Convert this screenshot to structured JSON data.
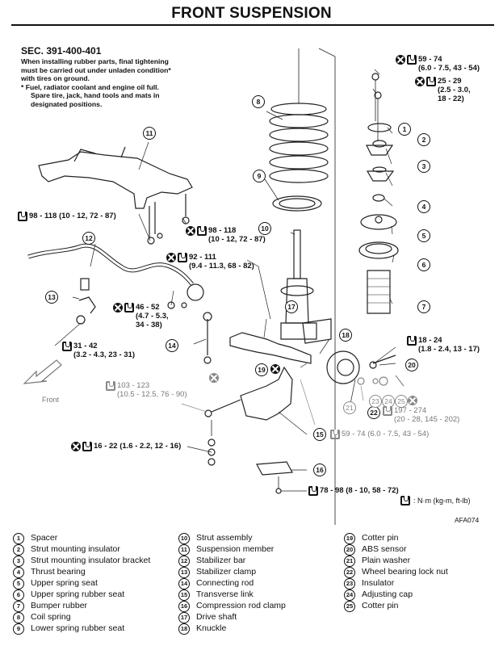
{
  "header": {
    "title": "FRONT SUSPENSION"
  },
  "section": {
    "code": "SEC. 391-400-401",
    "note_lines": [
      "When installing rubber parts, final tightening",
      "must be carried out under unladen condition*",
      "with tires on ground."
    ],
    "footnote_lines": [
      "*  Fuel, radiator coolant and engine oil full.",
      "Spare tire, jack, hand tools and mats in",
      "designated positions."
    ]
  },
  "torque_specs": [
    {
      "id": "spec-strut-top-nut",
      "replace": true,
      "lines": [
        "59 - 74",
        "(6.0 - 7.5, 43 - 54)"
      ]
    },
    {
      "id": "spec-strut-mount-nut",
      "replace": true,
      "lines": [
        "25 - 29",
        "(2.5 - 3.0,",
        "18 - 22)"
      ]
    },
    {
      "id": "spec-member-bolt",
      "replace": false,
      "lines": [
        "98 - 118 (10 - 12, 72 - 87)"
      ]
    },
    {
      "id": "spec-member-nut",
      "replace": true,
      "lines": [
        "98 - 118",
        "(10 - 12, 72 - 87)"
      ]
    },
    {
      "id": "spec-strut-lower",
      "replace": true,
      "lines": [
        "92 - 111",
        "(9.4 - 11.3, 68 - 82)"
      ]
    },
    {
      "id": "spec-connecting-rod",
      "replace": true,
      "lines": [
        "46 - 52",
        "(4.7 - 5.3,",
        "34 - 38)"
      ]
    },
    {
      "id": "spec-stabilizer-clamp",
      "replace": false,
      "lines": [
        "31 - 42",
        "(3.2 - 4.3, 23 - 31)"
      ]
    },
    {
      "id": "spec-abs-sensor",
      "replace": false,
      "lines": [
        "18 - 24",
        "(1.8 - 2.4, 13 - 17)"
      ]
    },
    {
      "id": "spec-transverse-link-bolt",
      "replace": false,
      "lines": [
        "103 - 123",
        "(10.5 - 12.5, 76 - 90)"
      ]
    },
    {
      "id": "spec-wheel-bearing-nut",
      "replace": false,
      "lines": [
        "197 - 274",
        "(20 - 28, 145 - 202)"
      ]
    },
    {
      "id": "spec-ball-joint",
      "replace": false,
      "lines": [
        "59 - 74 (6.0 - 7.5, 43 - 54)"
      ]
    },
    {
      "id": "spec-compression-rod-nut",
      "replace": true,
      "lines": [
        "16 - 22 (1.6 - 2.2, 12 - 16)"
      ]
    },
    {
      "id": "spec-clamp-bolt",
      "replace": false,
      "lines": [
        "78 - 98 (8 - 10, 58 - 72)"
      ]
    }
  ],
  "front_label": "Front",
  "units_legend": ": N·m (kg-m, ft-lb)",
  "figure_id": "AFA074",
  "callouts": [
    "1",
    "2",
    "3",
    "4",
    "5",
    "6",
    "7",
    "8",
    "9",
    "10",
    "11",
    "12",
    "13",
    "14",
    "15",
    "16",
    "17",
    "18",
    "19",
    "20",
    "21",
    "22",
    "23",
    "24",
    "25"
  ],
  "parts_legend": [
    {
      "num": "1",
      "name": "Spacer"
    },
    {
      "num": "2",
      "name": "Strut mounting insulator"
    },
    {
      "num": "3",
      "name": "Strut mounting insulator bracket"
    },
    {
      "num": "4",
      "name": "Thrust bearing"
    },
    {
      "num": "5",
      "name": "Upper spring seat"
    },
    {
      "num": "6",
      "name": "Upper spring rubber seat"
    },
    {
      "num": "7",
      "name": "Bumper rubber"
    },
    {
      "num": "8",
      "name": "Coil spring"
    },
    {
      "num": "9",
      "name": "Lower spring rubber seat"
    },
    {
      "num": "10",
      "name": "Strut assembly"
    },
    {
      "num": "11",
      "name": "Suspension member"
    },
    {
      "num": "12",
      "name": "Stabilizer bar"
    },
    {
      "num": "13",
      "name": "Stabilizer clamp"
    },
    {
      "num": "14",
      "name": "Connecting rod"
    },
    {
      "num": "15",
      "name": "Transverse link"
    },
    {
      "num": "16",
      "name": "Compression rod clamp"
    },
    {
      "num": "17",
      "name": "Drive shaft"
    },
    {
      "num": "18",
      "name": "Knuckle"
    },
    {
      "num": "19",
      "name": "Cotter pin"
    },
    {
      "num": "20",
      "name": "ABS sensor"
    },
    {
      "num": "21",
      "name": "Plain washer"
    },
    {
      "num": "22",
      "name": "Wheel bearing lock nut"
    },
    {
      "num": "23",
      "name": "Insulator"
    },
    {
      "num": "24",
      "name": "Adjusting cap"
    },
    {
      "num": "25",
      "name": "Cotter pin"
    }
  ]
}
